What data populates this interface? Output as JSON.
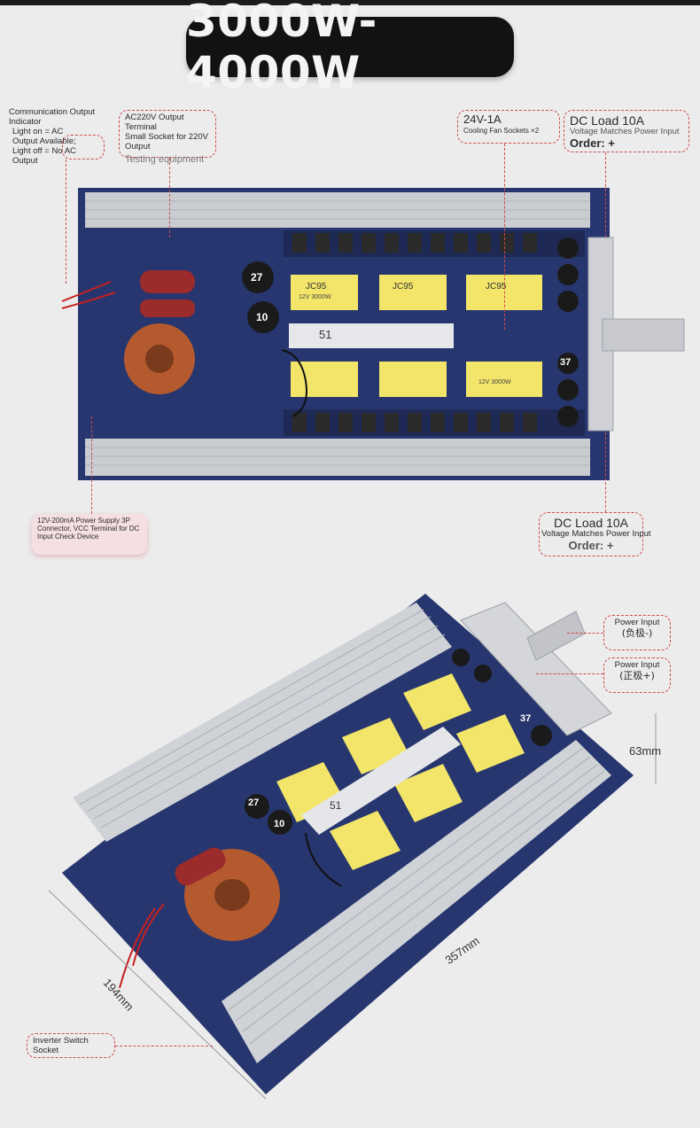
{
  "title": "3000W-4000W",
  "callouts": {
    "comm_indicator": {
      "line1": "Communication Output Indicator",
      "line2": "Light on = AC",
      "line3": "Output Available;",
      "line4": "Light off = No AC",
      "line5": "Output"
    },
    "ac220": {
      "line1": "AC220V Output",
      "line2": "Terminal",
      "line3": "Small Socket for 220V Output",
      "line4": "Testing equipment"
    },
    "fan": {
      "line1": "24V-1A",
      "line2": "Cooling Fan Sockets ×2"
    },
    "dc_load_top": {
      "line1": "DC Load 10A",
      "line2": "Voltage Matches Power Input",
      "line3": "Order: +"
    },
    "power_supply_3p": {
      "line1": "12V-200mA Power Supply 3P",
      "line2": "Connector, VCC Terminal for DC",
      "line3": "Input Check Device"
    },
    "dc_load_bottom": {
      "line1": "DC Load 10A",
      "line2": "Voltage Matches Power Input",
      "line3": "Order: +"
    },
    "power_input_neg": {
      "line1": "Power Input",
      "line2": "(负极-)"
    },
    "power_input_pos": {
      "line1": "Power Input",
      "line2": "(正极+)"
    },
    "inverter_switch": {
      "line1": "Inverter Switch",
      "line2": "Socket"
    }
  },
  "dimensions": {
    "height": "63mm",
    "length": "357mm",
    "width": "194mm"
  },
  "board_labels": {
    "transformer": "JC95",
    "transformer_spec": "12V 3000W",
    "cap_27": "27",
    "cap_10": "10",
    "cap_37": "37",
    "label_51": "51"
  },
  "colors": {
    "board_blue": "#27366e",
    "heatsink": "#c9ccd1",
    "transformer_yellow": "#f2e56a",
    "copper_coil": "#b45a2e",
    "callout_red": "#d24a4a"
  }
}
